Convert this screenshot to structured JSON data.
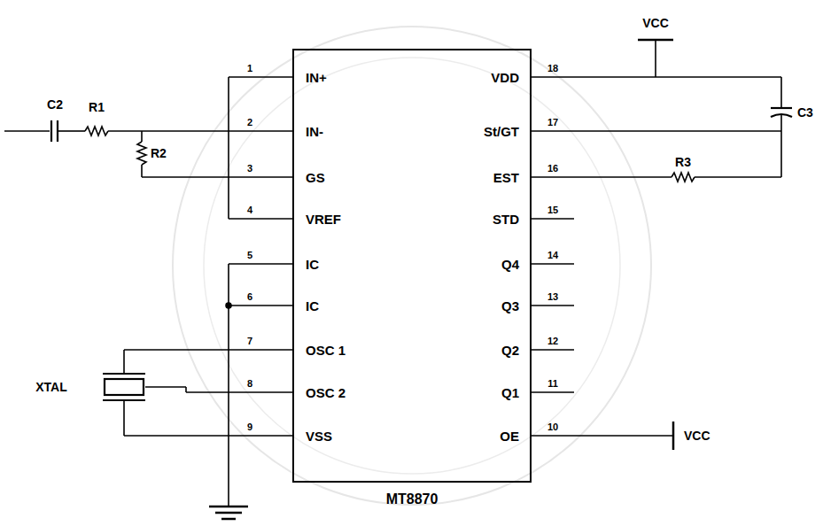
{
  "diagram": {
    "nodes": [
      {
        "text": [
          "MT8870"
        ]
      }
    ],
    "labels": [
      "1",
      "IN+",
      "2",
      "IN-",
      "3",
      "GS",
      "4",
      "VREF",
      "5",
      "IC",
      "6",
      "IC",
      "7",
      "OSC 1",
      "8",
      "OSC 2",
      "9",
      "VSS",
      "18",
      "VDD",
      "17",
      "St/GT",
      "16",
      "EST",
      "15",
      "STD",
      "14",
      "Q4",
      "13",
      "Q3",
      "12",
      "Q2",
      "11",
      "Q1",
      "10",
      "OE",
      "C2",
      "R1",
      "R2",
      "XTAL",
      "VCC",
      "C3",
      "R3",
      "VCC"
    ]
  }
}
